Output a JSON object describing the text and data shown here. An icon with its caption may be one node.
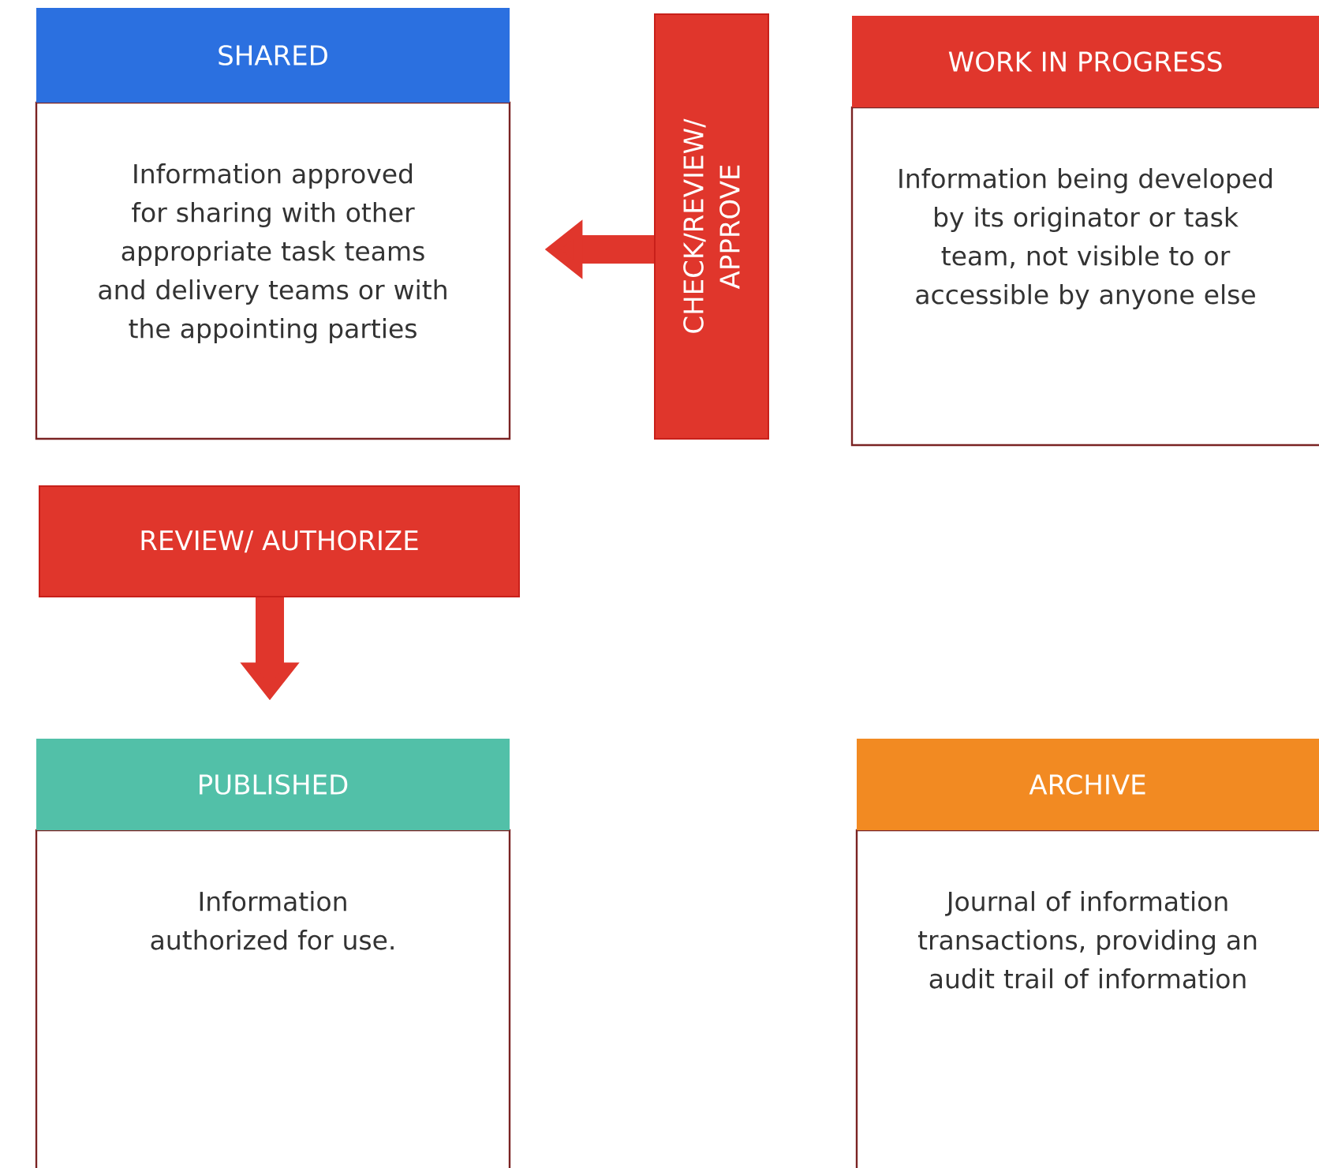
{
  "diagram": {
    "nodes": [
      {
        "text": [
          "SHARED",
          "Information approved for sharing with other appropriate task teams and delivery teams or with the appointing parties"
        ]
      },
      {
        "text": [
          "CHECK/REVIEW/ APPROVE"
        ]
      },
      {
        "text": [
          "WORK IN PROGRESS",
          "Information being developed by its originator or task team, not visible to or accessible by anyone else"
        ]
      },
      {
        "text": [
          "REVIEW/ AUTHORIZE"
        ]
      },
      {
        "text": [
          "PUBLISHED",
          "Information authorized for use."
        ]
      },
      {
        "text": [
          "ARCHIVE",
          "Journal of information transactions, providing an audit trail of information"
        ]
      }
    ],
    "edges": [
      {
        "from": 1,
        "to": 0,
        "arrow": "to"
      },
      {
        "from": 3,
        "to": 4,
        "arrow": "to"
      }
    ]
  }
}
